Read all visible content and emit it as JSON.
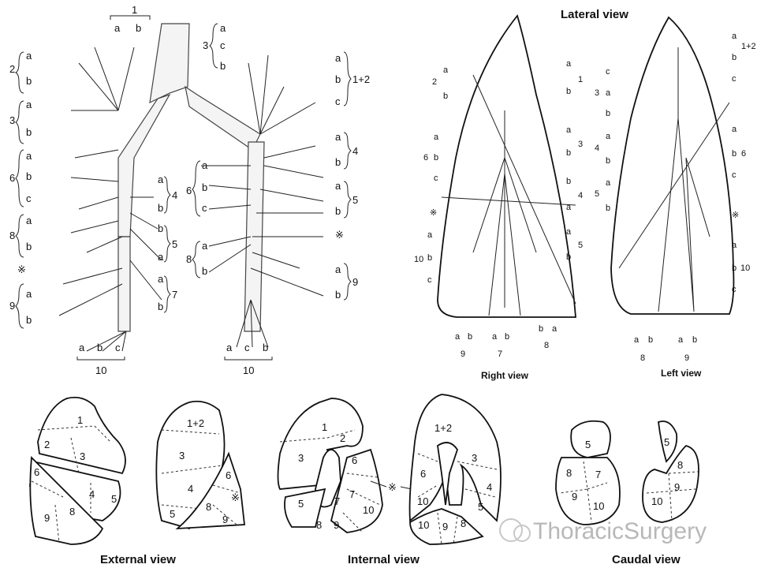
{
  "bronchial_tree": {
    "top_left": {
      "num": "1",
      "a": "a",
      "b": "b"
    },
    "left_groups": [
      {
        "num": "2",
        "items": [
          "a",
          "b"
        ]
      },
      {
        "num": "3",
        "items": [
          "a",
          "b"
        ]
      },
      {
        "num": "6",
        "items": [
          "a",
          "b",
          "c"
        ]
      },
      {
        "num": "8",
        "items": [
          "a",
          "b"
        ]
      },
      {
        "num": "※",
        "items": []
      },
      {
        "num": "9",
        "items": [
          "a",
          "b"
        ]
      }
    ],
    "mid_groups": [
      {
        "num": "4",
        "items": [
          "a",
          "b"
        ]
      },
      {
        "num": "5",
        "items": [
          "b",
          "a"
        ]
      },
      {
        "num": "7",
        "items": [
          "a",
          "b"
        ]
      }
    ],
    "bottom_left": {
      "num": "10",
      "items": [
        "a",
        "b",
        "c"
      ]
    },
    "top_right": {
      "num": "3",
      "items": [
        "a",
        "c",
        "b"
      ]
    },
    "right_groups": [
      {
        "num": "1+2",
        "items": [
          "a",
          "b",
          "c"
        ]
      },
      {
        "num": "4",
        "items": [
          "a",
          "b"
        ]
      },
      {
        "num": "5",
        "items": [
          "a",
          "b"
        ]
      },
      {
        "num": "※",
        "items": []
      },
      {
        "num": "9",
        "items": [
          "a",
          "b"
        ]
      }
    ],
    "left_side_right": [
      {
        "num": "6",
        "items": [
          "a",
          "b",
          "c"
        ]
      },
      {
        "num": "8",
        "items": [
          "a",
          "b"
        ]
      }
    ],
    "bottom_right": {
      "num": "10",
      "items": [
        "a",
        "c",
        "b"
      ]
    }
  },
  "lateral": {
    "title": "Lateral view",
    "right_view": {
      "caption": "Right view",
      "left_groups": [
        {
          "num": "2",
          "items": [
            "a",
            "b"
          ]
        },
        {
          "num": "6",
          "items": [
            "a",
            "b",
            "c"
          ]
        },
        {
          "num": "※",
          "items": []
        },
        {
          "num": "10",
          "items": [
            "a",
            "b",
            "c"
          ]
        }
      ],
      "right_groups": [
        {
          "num": "1",
          "items": [
            "a",
            "b"
          ]
        },
        {
          "num": "3",
          "items": [
            "a",
            "b"
          ]
        },
        {
          "num": "4",
          "items": [
            "b",
            "a"
          ]
        },
        {
          "num": "5",
          "items": [
            "a",
            "b"
          ]
        }
      ],
      "bottom_groups": [
        {
          "num": "9",
          "items": [
            "a",
            "b"
          ]
        },
        {
          "num": "7",
          "items": [
            "a",
            "b"
          ]
        },
        {
          "num": "8",
          "items": [
            "b",
            "a"
          ]
        }
      ]
    },
    "left_view": {
      "caption": "Left view",
      "left_groups": [
        {
          "num": "3",
          "items": [
            "c",
            "a",
            "b"
          ]
        },
        {
          "num": "4",
          "items": [
            "a",
            "b"
          ]
        },
        {
          "num": "5",
          "items": [
            "a",
            "b"
          ]
        }
      ],
      "right_groups": [
        {
          "num": "1+2",
          "items": [
            "a",
            "b",
            "c"
          ]
        },
        {
          "num": "6",
          "items": [
            "a",
            "b",
            "c"
          ]
        },
        {
          "num": "※",
          "items": []
        },
        {
          "num": "10",
          "items": [
            "a",
            "b",
            "c"
          ]
        }
      ],
      "bottom_groups": [
        {
          "num": "8",
          "items": [
            "a",
            "b"
          ]
        },
        {
          "num": "9",
          "items": [
            "a",
            "b"
          ]
        }
      ]
    }
  },
  "segments": {
    "external": {
      "caption": "External view",
      "right_lung": [
        "1",
        "2",
        "3",
        "6",
        "4",
        "5",
        "8",
        "9"
      ],
      "left_lung": [
        "1+2",
        "3",
        "4",
        "5",
        "6",
        "※",
        "8",
        "9"
      ]
    },
    "internal": {
      "caption": "Internal view",
      "right_lung": [
        "1",
        "2",
        "3",
        "6",
        "7",
        "5",
        "7",
        "10",
        "8",
        "9"
      ],
      "marker": "※",
      "left_lung": [
        "1+2",
        "3",
        "6",
        "4",
        "10",
        "5",
        "10",
        "9",
        "8"
      ]
    },
    "caudal": {
      "caption": "Caudal view",
      "right_lung": [
        "5",
        "8",
        "7",
        "9",
        "10"
      ],
      "left_lung": [
        "5",
        "8",
        "9",
        "10"
      ]
    }
  },
  "watermark": "ThoracicSurgery"
}
